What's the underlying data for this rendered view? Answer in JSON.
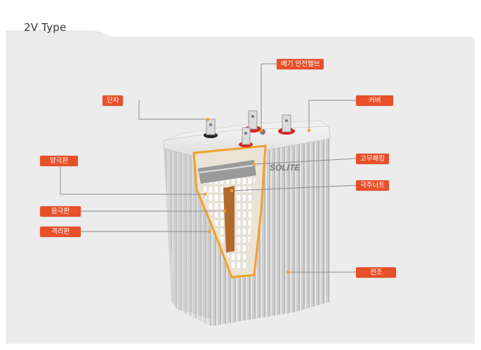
{
  "title": "2V Type",
  "brand": "SOLITE",
  "labels": {
    "vent_valve": "배기 안전밸브",
    "terminal": "단자",
    "cover": "커버",
    "rubber_packing": "고무패킹",
    "positive_plate": "양극판",
    "pole_nut": "극주너트",
    "negative_plate": "음극판",
    "separator": "격리판",
    "container": "전조"
  },
  "colors": {
    "callout": "#e8502a",
    "panel": "#ebebeb",
    "outline": "#f2a12a",
    "line": "#8a8a8a"
  }
}
